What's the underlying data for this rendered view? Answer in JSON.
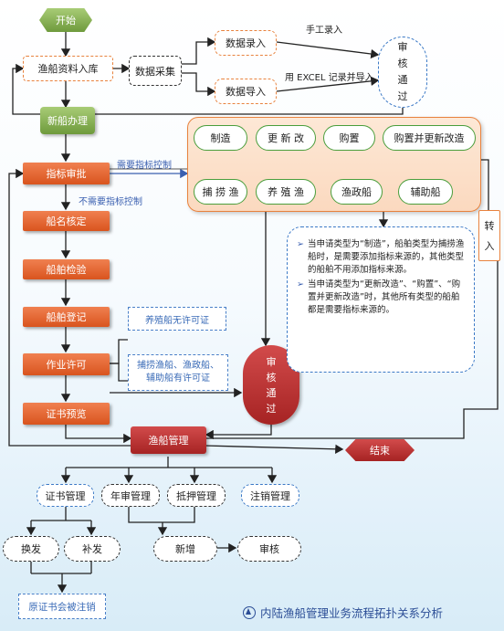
{
  "nodes": {
    "start": "开始",
    "ship_entry": "渔船资料入库",
    "data_collect": "数据采集",
    "data_input": "数据录入",
    "data_import": "数据导入",
    "review_top": "审\n核\n通\n过",
    "new_ship": "新船办理",
    "quota_approval": "指标审批",
    "name_check": "船名核定",
    "inspection": "船舶检验",
    "registration": "船舶登记",
    "work_permit": "作业许可",
    "cert_preview": "证书预览",
    "review_mid": "审\n核\n通\n过",
    "ship_mgmt": "渔船管理",
    "end": "结束",
    "cert_mgmt": "证书管理",
    "annual_review": "年审管理",
    "mortgage_mgmt": "抵押管理",
    "cancel_mgmt": "注销管理",
    "renew": "换发",
    "reissue": "补发",
    "new_add": "新增",
    "audit": "审核",
    "old_cert_cancel": "原证书会被注销",
    "transfer": "转\n\n入"
  },
  "categories": {
    "build": "制造",
    "renovate": "更 新 改",
    "purchase": "购置",
    "purchase_renovate": "购置并更新改造",
    "fishing": "捕 捞 渔",
    "aquaculture": "养 殖 渔",
    "admin_ship": "渔政船",
    "aux_ship": "辅助船"
  },
  "labels": {
    "manual_input": "手工录入",
    "excel_import": "用 EXCEL 记录并导入",
    "need_quota": "需要指标控制",
    "no_quota": "不需要指标控制",
    "aquaculture_no_permit": "养殖船无许可证",
    "other_no_permit": "捕捞渔船、渔政船、\n辅助船有许可证"
  },
  "notes": [
    "当申请类型为“制造”，船舶类型为捕捞渔船时，是需要添加指标来源的，其他类型的船舶不用添加指标来源。",
    "当申请类型为“更新改造”、“购置”、“购置并更新改造”时，其他所有类型的船舶都是需要指标来源的。"
  ],
  "footer_title": "内陆渔船管理业务流程拓扑关系分析",
  "colors": {
    "orange": "#e05f24",
    "green": "#7aa84a",
    "maroon": "#b83030",
    "blue_label": "#3a5fb0"
  }
}
